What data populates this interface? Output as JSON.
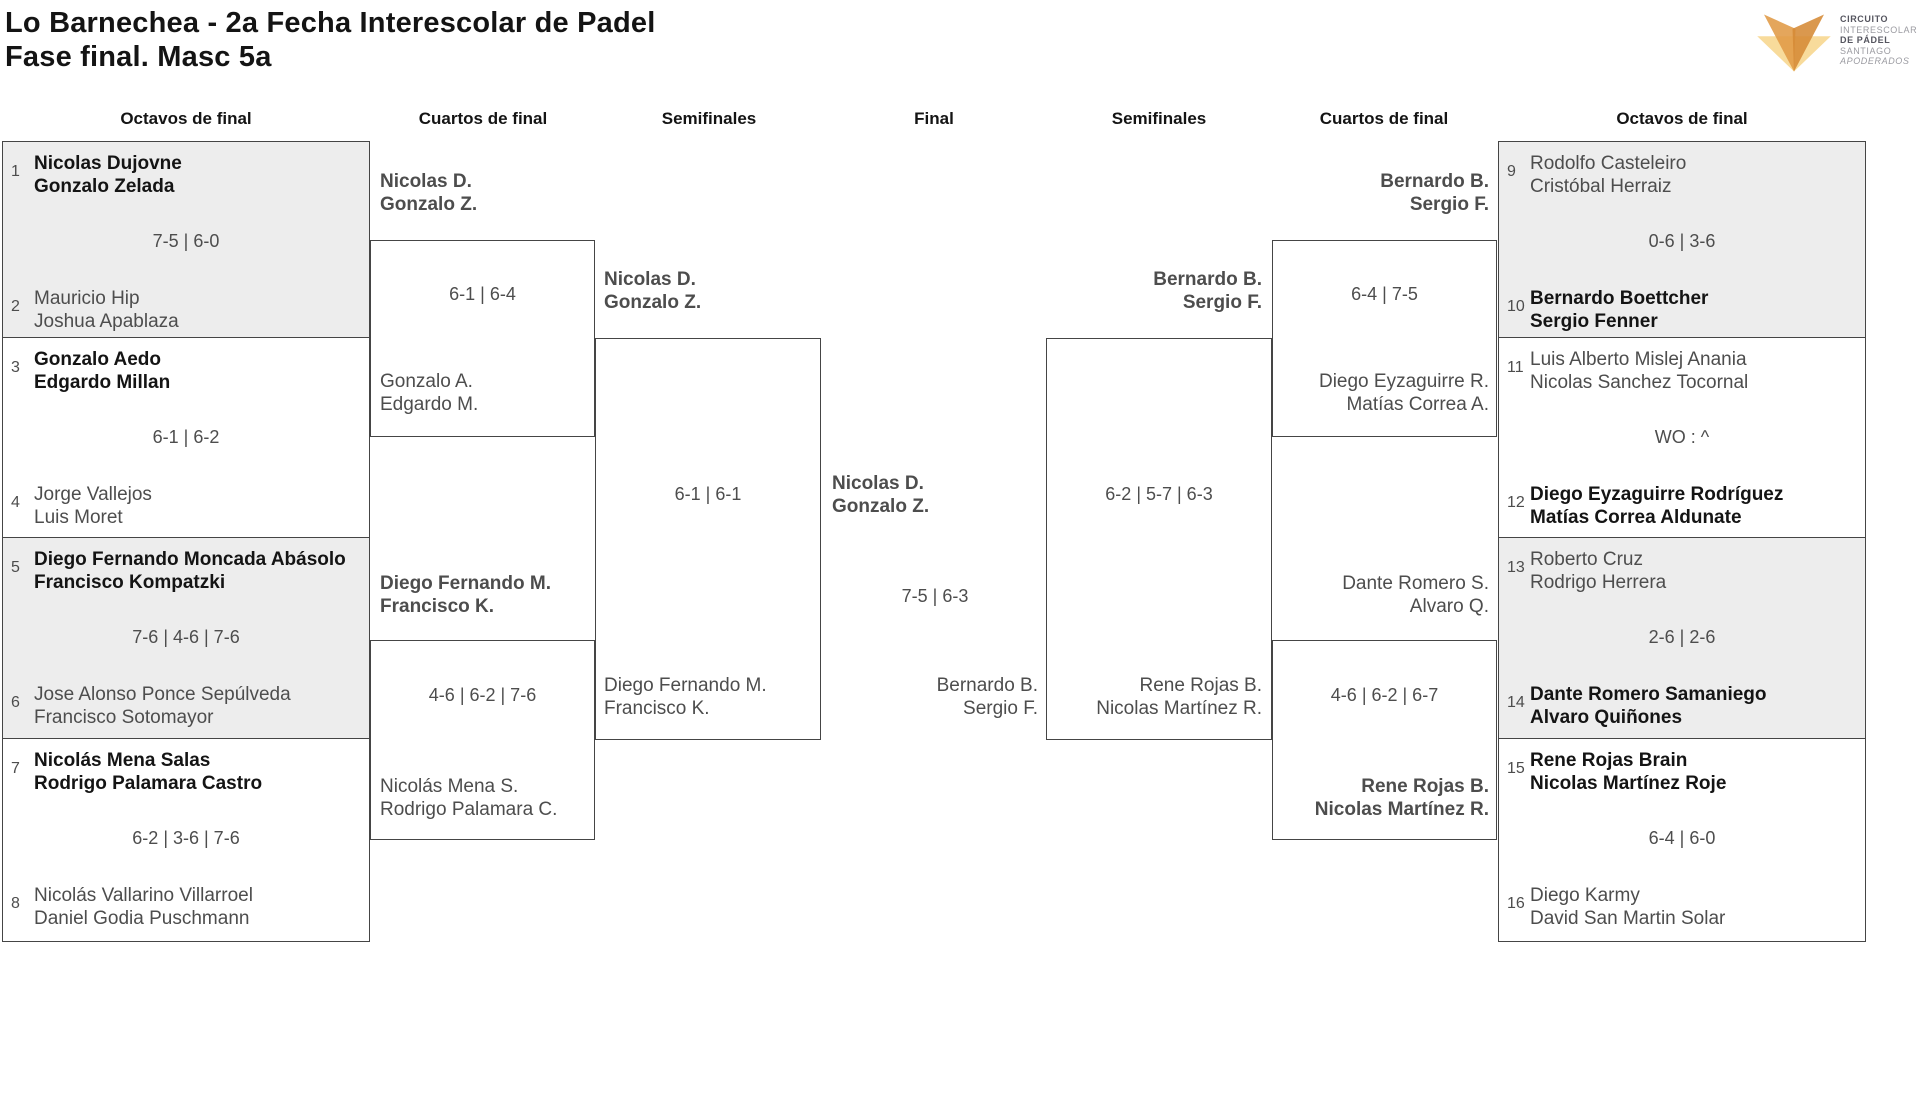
{
  "page": {
    "title_line1": "Lo Barnechea - 2a Fecha Interescolar de Padel",
    "title_line2": "Fase final. Masc 5a"
  },
  "logo": {
    "line1": "CIRCUITO",
    "line2": "INTERESCOLAR",
    "line3": "DE PÁDEL",
    "line4": "SANTIAGO",
    "line5": "APODERADOS",
    "colors": {
      "orange_wing_left": "#E09A45",
      "orange_wing_right": "#D58A36",
      "yellow_pale": "#F8DB9B",
      "text_dark": "#55555f",
      "text_gray": "#9b9ba1"
    }
  },
  "rounds": [
    "Octavos de final",
    "Cuartos de final",
    "Semifinales",
    "Final",
    "Semifinales",
    "Cuartos de final",
    "Octavos de final"
  ],
  "r16_left": [
    {
      "seed_top": "1",
      "team_top": [
        "Nicolas Dujovne",
        "Gonzalo Zelada"
      ],
      "winner": "top",
      "score": "7-5 | 6-0",
      "seed_bottom": "2",
      "team_bottom": [
        "Mauricio Hip",
        "Joshua Apablaza"
      ]
    },
    {
      "seed_top": "3",
      "team_top": [
        "Gonzalo Aedo",
        "Edgardo Millan"
      ],
      "winner": "top",
      "score": "6-1 | 6-2",
      "seed_bottom": "4",
      "team_bottom": [
        "Jorge Vallejos",
        "Luis Moret"
      ]
    },
    {
      "seed_top": "5",
      "team_top": [
        "Diego Fernando Moncada Abásolo",
        "Francisco Kompatzki"
      ],
      "winner": "top",
      "score": "7-6 | 4-6 | 7-6",
      "seed_bottom": "6",
      "team_bottom": [
        "Jose Alonso Ponce Sepúlveda",
        "Francisco Sotomayor"
      ]
    },
    {
      "seed_top": "7",
      "team_top": [
        "Nicolás Mena Salas",
        "Rodrigo Palamara Castro"
      ],
      "winner": "top",
      "score": "6-2 | 3-6 | 7-6",
      "seed_bottom": "8",
      "team_bottom": [
        "Nicolás Vallarino Villarroel",
        "Daniel Godia Puschmann"
      ]
    }
  ],
  "qf_left": [
    {
      "team_top": [
        "Nicolas D.",
        "Gonzalo Z."
      ],
      "winner": "top",
      "score": "6-1 | 6-4",
      "team_bottom": [
        "Gonzalo A.",
        "Edgardo M."
      ]
    },
    {
      "team_top": [
        "Diego Fernando M.",
        "Francisco K."
      ],
      "winner": "top",
      "score": "4-6 | 6-2 | 7-6",
      "team_bottom": [
        "Nicolás Mena S.",
        "Rodrigo Palamara C."
      ]
    }
  ],
  "sf_left": {
    "team_top": [
      "Nicolas D.",
      "Gonzalo Z."
    ],
    "winner": "top",
    "score": "6-1 | 6-1",
    "team_bottom": [
      "Diego Fernando M.",
      "Francisco K."
    ]
  },
  "final": {
    "team_left": [
      "Nicolas D.",
      "Gonzalo Z."
    ],
    "winner": "left",
    "score": "7-5 | 6-3",
    "team_right": [
      "Bernardo B.",
      "Sergio F."
    ]
  },
  "sf_right": {
    "team_top": [
      "Bernardo B.",
      "Sergio F."
    ],
    "winner": "top",
    "score": "6-2 | 5-7 | 6-3",
    "team_bottom": [
      "Rene Rojas B.",
      "Nicolas Martínez R."
    ]
  },
  "qf_right": [
    {
      "team_top": [
        "Bernardo B.",
        "Sergio F."
      ],
      "winner": "top",
      "score": "6-4 | 7-5",
      "team_bottom": [
        "Diego Eyzaguirre R.",
        "Matías Correa A."
      ]
    },
    {
      "team_top": [
        "Dante Romero S.",
        "Alvaro Q."
      ],
      "winner": "bottom",
      "score": "4-6 | 6-2 | 6-7",
      "team_bottom": [
        "Rene Rojas B.",
        "Nicolas Martínez R."
      ]
    }
  ],
  "r16_right": [
    {
      "seed_top": "9",
      "team_top": [
        "Rodolfo Casteleiro",
        "Cristóbal Herraiz"
      ],
      "winner": "bottom",
      "score": "0-6 | 3-6",
      "seed_bottom": "10",
      "team_bottom": [
        "Bernardo Boettcher",
        "Sergio Fenner"
      ]
    },
    {
      "seed_top": "11",
      "team_top": [
        "Luis Alberto Mislej Anania",
        "Nicolas Sanchez Tocornal"
      ],
      "winner": "bottom",
      "score": "WO : ^",
      "seed_bottom": "12",
      "team_bottom": [
        "Diego Eyzaguirre Rodríguez",
        "Matías Correa Aldunate"
      ]
    },
    {
      "seed_top": "13",
      "team_top": [
        "Roberto Cruz",
        "Rodrigo Herrera"
      ],
      "winner": "bottom",
      "score": "2-6 | 2-6",
      "seed_bottom": "14",
      "team_bottom": [
        "Dante Romero Samaniego",
        "Alvaro Quiñones"
      ]
    },
    {
      "seed_top": "15",
      "team_top": [
        "Rene Rojas Brain",
        "Nicolas Martínez Roje"
      ],
      "winner": "top",
      "score": "6-4 | 6-0",
      "seed_bottom": "16",
      "team_bottom": [
        "Diego Karmy",
        "David San Martin Solar"
      ]
    }
  ]
}
